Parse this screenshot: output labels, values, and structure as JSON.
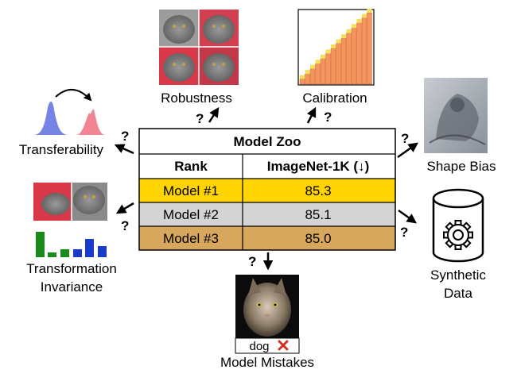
{
  "table": {
    "title": "Model Zoo",
    "headers": [
      "Rank",
      "ImageNet-1K (↓)"
    ],
    "rows": [
      {
        "rank": "Model #1",
        "score": "85.3",
        "color": "#ffd400"
      },
      {
        "rank": "Model #2",
        "score": "85.1",
        "color": "#d4d4d4"
      },
      {
        "rank": "Model #3",
        "score": "85.0",
        "color": "#d8a75e"
      }
    ]
  },
  "nodes": {
    "robustness": "Robustness",
    "calibration": "Calibration",
    "shape_bias": "Shape Bias",
    "transferability": "Transferability",
    "transformation_invariance_1": "Transformation",
    "transformation_invariance_2": "Invariance",
    "synthetic_data_1": "Synthetic",
    "synthetic_data_2": "Data",
    "model_mistakes": "Model Mistakes",
    "mistake_caption": "dog"
  },
  "question_mark": "?",
  "icons": {
    "wrong": "cross-icon",
    "database": "database-icon",
    "gear": "gear-icon"
  },
  "colors": {
    "gold": "#ffd400",
    "silver": "#d4d4d4",
    "bronze": "#d8a75e",
    "calibration_bar": "#f7945c",
    "calibration_top": "#f5e05a",
    "dist_blue": "#5d6fe0",
    "dist_red": "#f07080",
    "cross_red": "#d03020"
  }
}
